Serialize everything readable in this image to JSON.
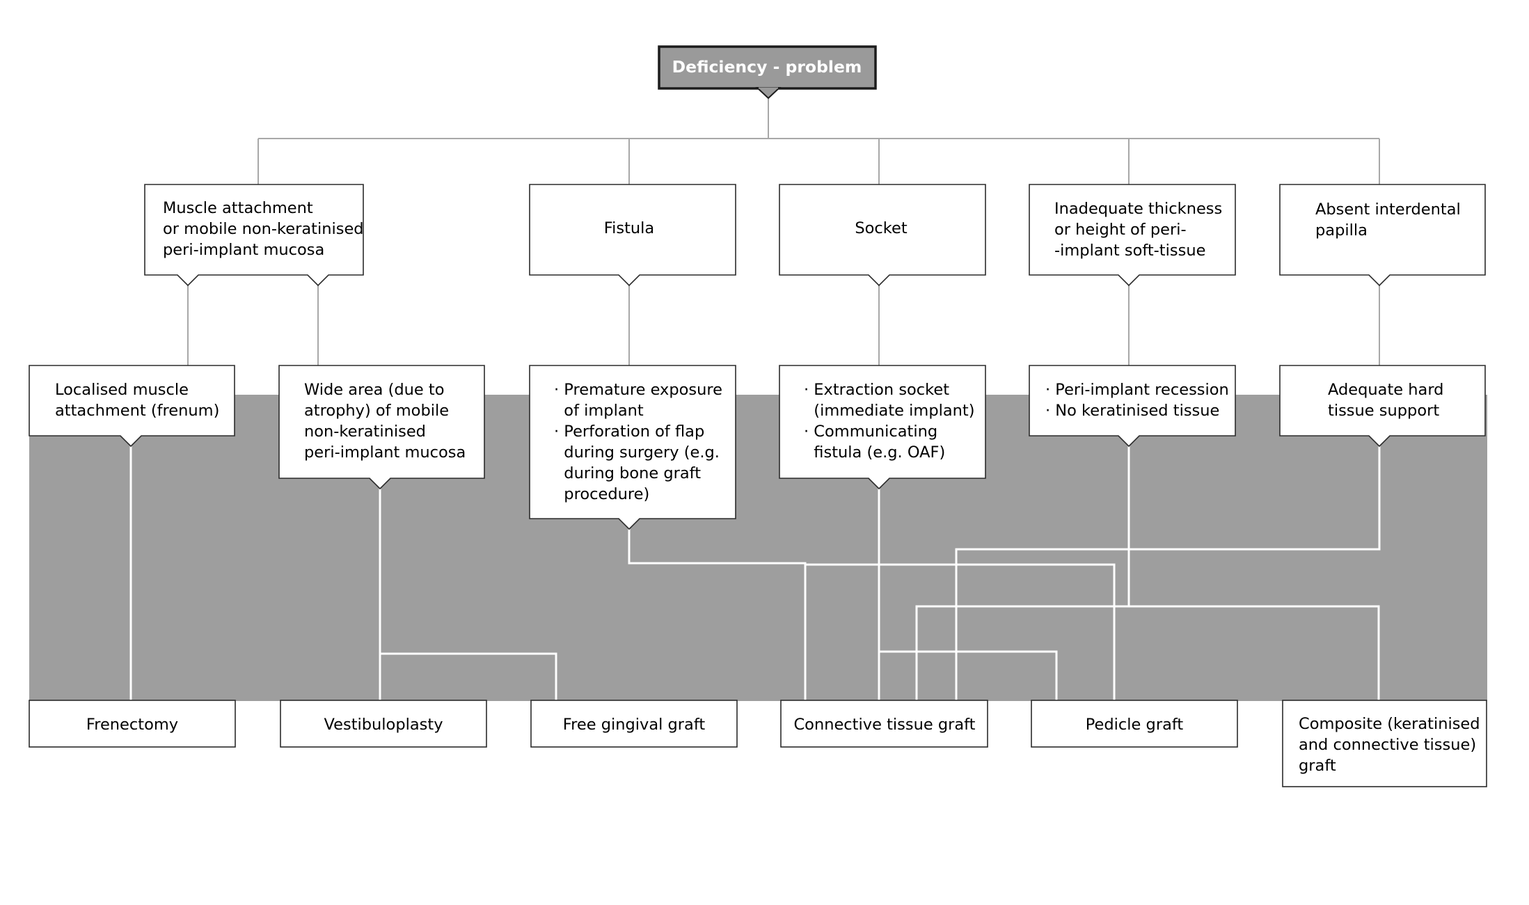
{
  "root": {
    "label": "Deficiency - problem"
  },
  "problems": [
    {
      "id": "muscle",
      "lines": [
        "Muscle attachment",
        "or mobile non-keratinised",
        "peri-implant mucosa"
      ]
    },
    {
      "id": "fistula",
      "lines": [
        "Fistula"
      ]
    },
    {
      "id": "socket",
      "lines": [
        "Socket"
      ]
    },
    {
      "id": "inadequate",
      "lines": [
        "Inadequate thickness",
        "or height of peri-",
        "-implant soft-tissue"
      ]
    },
    {
      "id": "papilla",
      "lines": [
        "Absent interdental",
        "papilla"
      ]
    }
  ],
  "conditions": [
    {
      "id": "localised",
      "lines": [
        "Localised muscle",
        "attachment (frenum)"
      ]
    },
    {
      "id": "wide-area",
      "lines": [
        "Wide area (due to",
        "atrophy) of mobile",
        "non-keratinised",
        "peri-implant mucosa"
      ]
    },
    {
      "id": "premature",
      "lines": [
        "· Premature exposure",
        "  of implant",
        "· Perforation of flap",
        "  during surgery (e.g.",
        "  during bone graft",
        "  procedure)"
      ]
    },
    {
      "id": "extraction",
      "lines": [
        "· Extraction socket",
        "  (immediate implant)",
        "· Communicating",
        "  fistula (e.g. OAF)"
      ]
    },
    {
      "id": "recession",
      "lines": [
        "· Peri-implant recession",
        "· No keratinised tissue"
      ]
    },
    {
      "id": "hard-tissue",
      "lines": [
        "Adequate hard",
        "tissue support"
      ]
    }
  ],
  "treatments": [
    {
      "id": "frenectomy",
      "lines": [
        "Frenectomy"
      ]
    },
    {
      "id": "vestibuloplasty",
      "lines": [
        "Vestibuloplasty"
      ]
    },
    {
      "id": "free-gingival",
      "lines": [
        "Free gingival graft"
      ]
    },
    {
      "id": "connective",
      "lines": [
        "Connective tissue graft"
      ]
    },
    {
      "id": "pedicle",
      "lines": [
        "Pedicle graft"
      ]
    },
    {
      "id": "composite",
      "lines": [
        "Composite (keratinised",
        "and connective tissue)",
        "graft"
      ]
    }
  ],
  "colors": {
    "root_fill": "#9a9a9a",
    "panel_fill": "#9e9e9e",
    "grey_connector": "#a8a8a8",
    "white_connector": "#ffffff",
    "box_border": "#2b2b2b"
  }
}
